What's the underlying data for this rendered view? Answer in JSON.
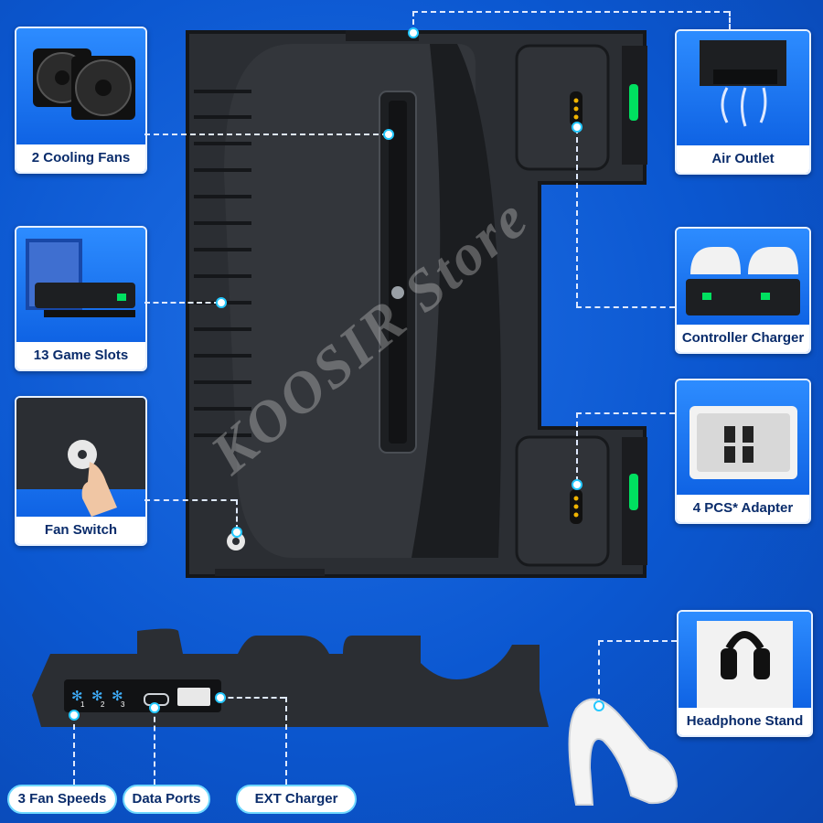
{
  "watermark": "KOOSIR Store",
  "callouts": {
    "cooling_fans": "2 Cooling Fans",
    "game_slots": "13 Game Slots",
    "fan_switch": "Fan Switch",
    "air_outlet": "Air Outlet",
    "controller_charger": "Controller Charger",
    "adapter": "4 PCS* Adapter",
    "headphone_stand": "Headphone Stand"
  },
  "bottom_labels": {
    "fan_speeds": "3 Fan Speeds",
    "data_ports": "Data Ports",
    "ext_charger": "EXT Charger"
  },
  "fan_speed_numbers": [
    "1",
    "2",
    "3"
  ],
  "colors": {
    "background": "#0b57d0",
    "accent": "#24c8ff",
    "label_text": "#0a2c6b",
    "device": "#2a2d31",
    "led": "#00e060"
  }
}
